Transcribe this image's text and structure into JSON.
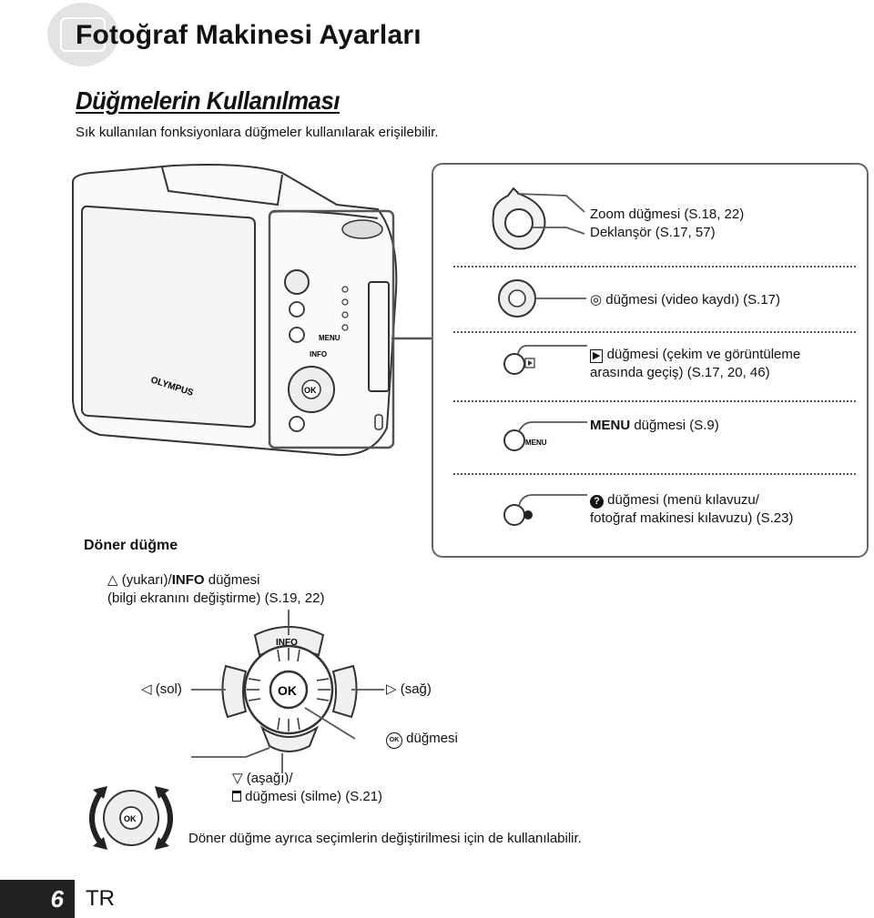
{
  "header": {
    "title": "Fotoğraf Makinesi Ayarları"
  },
  "section": {
    "title": "Düğmelerin Kullanılması",
    "intro": "Sık kullanılan fonksiyonlara düğmeler kullanılarak erişilebilir."
  },
  "camera": {
    "brand": "OLYMPUS",
    "labels": {
      "play": "▶",
      "menu": "MENU",
      "info": "INFO",
      "ok": "OK",
      "help": "?"
    }
  },
  "buttons": [
    {
      "line1": "Zoom düğmesi (S.18, 22)",
      "line2": "Deklanşör (S.17, 57)"
    },
    {
      "icon": "◎",
      "line1": "düğmesi (video kaydı) (S.17)"
    },
    {
      "icon": "▶",
      "line1": "düğmesi (çekim ve görüntüleme",
      "line2": "arasında geçiş) (S.17, 20, 46)"
    },
    {
      "prefix": "MENU",
      "line1": "düğmesi (S.9)",
      "icon_label": "MENU"
    },
    {
      "icon": "?",
      "line1": "düğmesi (menü kılavuzu/",
      "line2": "fotoğraf makinesi kılavuzu) (S.23)"
    }
  ],
  "dial": {
    "title": "Döner düğme",
    "up": {
      "symbol": "△",
      "text1": "(yukarı)/",
      "bold": "INFO",
      "text2": "düğmesi",
      "line2": "(bilgi ekranını değiştirme) (S.19, 22)"
    },
    "left": {
      "symbol": "◁",
      "text": "(sol)"
    },
    "right": {
      "symbol": "▷",
      "text": "(sağ)"
    },
    "ok": {
      "symbol": "OK",
      "text": "düğmesi"
    },
    "down": {
      "symbol": "▽",
      "text": "(aşağı)/",
      "line2": "düğmesi (silme) (S.21)"
    },
    "center_label": "OK",
    "top_label": "INFO",
    "rotate_note": "Döner düğme ayrıca seçimlerin değiştirilmesi için de kullanılabilir."
  },
  "footer": {
    "page": "6",
    "lang": "TR"
  },
  "colors": {
    "line": "#555555",
    "panel_border": "#666666"
  }
}
